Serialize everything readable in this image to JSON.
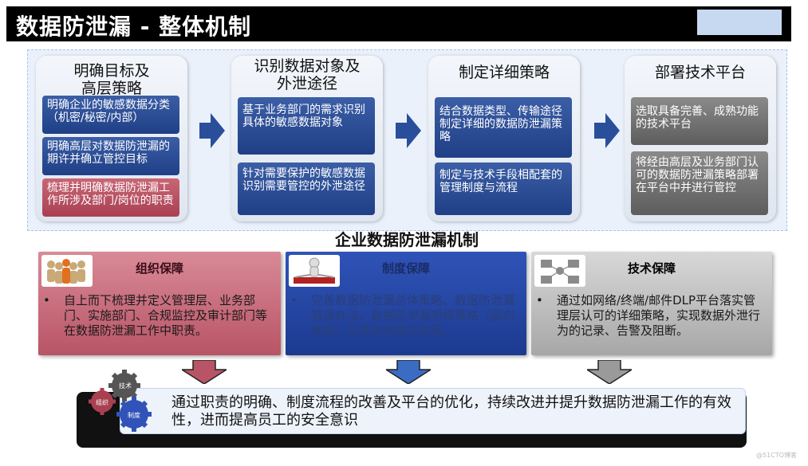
{
  "header": {
    "title": "数据防泄漏 - 整体机制"
  },
  "colors": {
    "blue": "#1f3f86",
    "red": "#a94052",
    "gray": "#5d5d5d",
    "arrow": "#2a4f9a"
  },
  "steps": [
    {
      "title": "明确目标及\n高层策略",
      "boxes": [
        {
          "text": "明确企业的敏感数据分类（机密/秘密/内部）",
          "color": "blue"
        },
        {
          "text": "明确高层对数据防泄漏的期许并确立管控目标",
          "color": "blue"
        },
        {
          "text": "梳理并明确数据防泄漏工作所涉及部门/岗位的职责",
          "color": "red"
        }
      ]
    },
    {
      "title": "识别数据对象及\n外泄途径",
      "boxes": [
        {
          "text": "基于业务部门的需求识别具体的敏感数据对象",
          "color": "blue"
        },
        {
          "text": "针对需要保护的敏感数据识别需要管控的外泄途径",
          "color": "blue"
        }
      ]
    },
    {
      "title": "制定详细策略",
      "boxes": [
        {
          "text": "结合数据类型、传输途径制定详细的数据防泄漏策略",
          "color": "blue"
        },
        {
          "text": "制定与技术手段相配套的管理制度与流程",
          "color": "blue"
        }
      ]
    },
    {
      "title": "部署技术平台",
      "boxes": [
        {
          "text": "选取具备完善、成熟功能的技术平台",
          "color": "gray"
        },
        {
          "text": "将经由高层及业务部门认可的数据防泄漏策略部署在平台中并进行管控",
          "color": "gray"
        }
      ]
    }
  ],
  "center_title": "企业数据防泄漏机制",
  "mechanisms": [
    {
      "title": "组织保障",
      "icon": "people-icon",
      "text": "自上而下梳理并定义管理层、业务部门、实施部门、合规监控及审计部门等在数据防泄漏工作中职责。"
    },
    {
      "title": "制度保障",
      "icon": "book-icon",
      "text": "完善数据防泄漏总体策略、数据防泄漏管理办法、数据防泄漏明细策略（面向数据）及具体的操作流程。"
    },
    {
      "title": "技术保障",
      "icon": "network-icon",
      "text": "通过如网络/终端/邮件DLP平台落实管理层认可的详细策略，实现数据外泄行为的记录、告警及阻断。"
    }
  ],
  "gears": {
    "labels": [
      "组织",
      "技术",
      "制度"
    ]
  },
  "conclusion": "通过职责的明确、制度流程的改善及平台的优化，持续改进并提升数据防泄漏工作的有效性，进而提高员工的安全意识",
  "watermark": "@51CTO博客"
}
